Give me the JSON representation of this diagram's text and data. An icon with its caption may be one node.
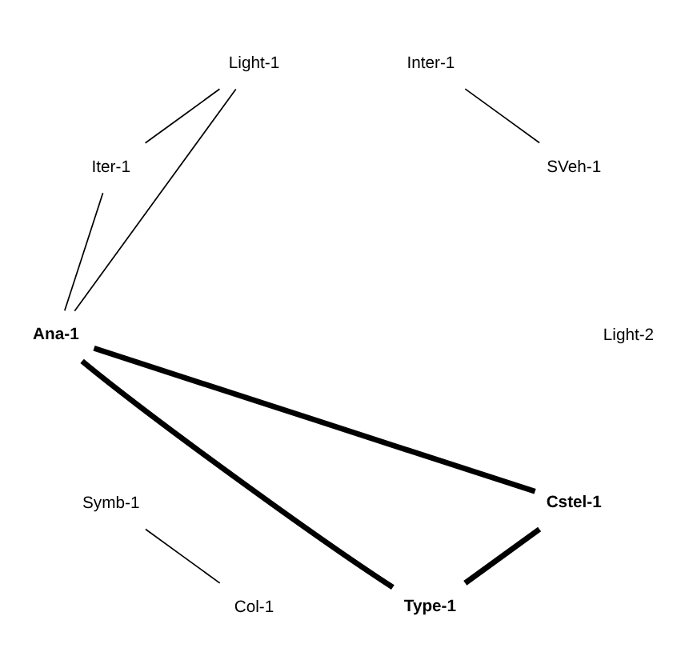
{
  "diagram": {
    "nodes": [
      {
        "text": [
          "Iter-1"
        ]
      },
      {
        "text": [
          "Cstel-1"
        ]
      },
      {
        "text": [
          "Col-1"
        ]
      },
      {
        "text": [
          "Inter-1"
        ]
      },
      {
        "text": [
          "Light-1"
        ]
      },
      {
        "text": [
          "Ana-1"
        ]
      },
      {
        "text": [
          "Light-2"
        ]
      },
      {
        "text": [
          "Type-1"
        ]
      },
      {
        "text": [
          "SVeh-1"
        ]
      },
      {
        "text": [
          "Symb-1"
        ]
      }
    ],
    "edges": [
      {
        "from": 0,
        "to": 5,
        "arrow": "none"
      },
      {
        "from": 0,
        "to": 4,
        "arrow": "none"
      },
      {
        "from": 4,
        "to": 5,
        "arrow": "none"
      },
      {
        "from": 1,
        "to": 5,
        "arrow": "none",
        "style": "thick"
      },
      {
        "from": 5,
        "to": 7,
        "arrow": "none",
        "style": "thick"
      },
      {
        "from": 7,
        "to": 1,
        "arrow": "none",
        "style": "thick"
      },
      {
        "from": 3,
        "to": 8,
        "arrow": "none"
      },
      {
        "from": 2,
        "to": 9,
        "arrow": "none"
      }
    ]
  }
}
